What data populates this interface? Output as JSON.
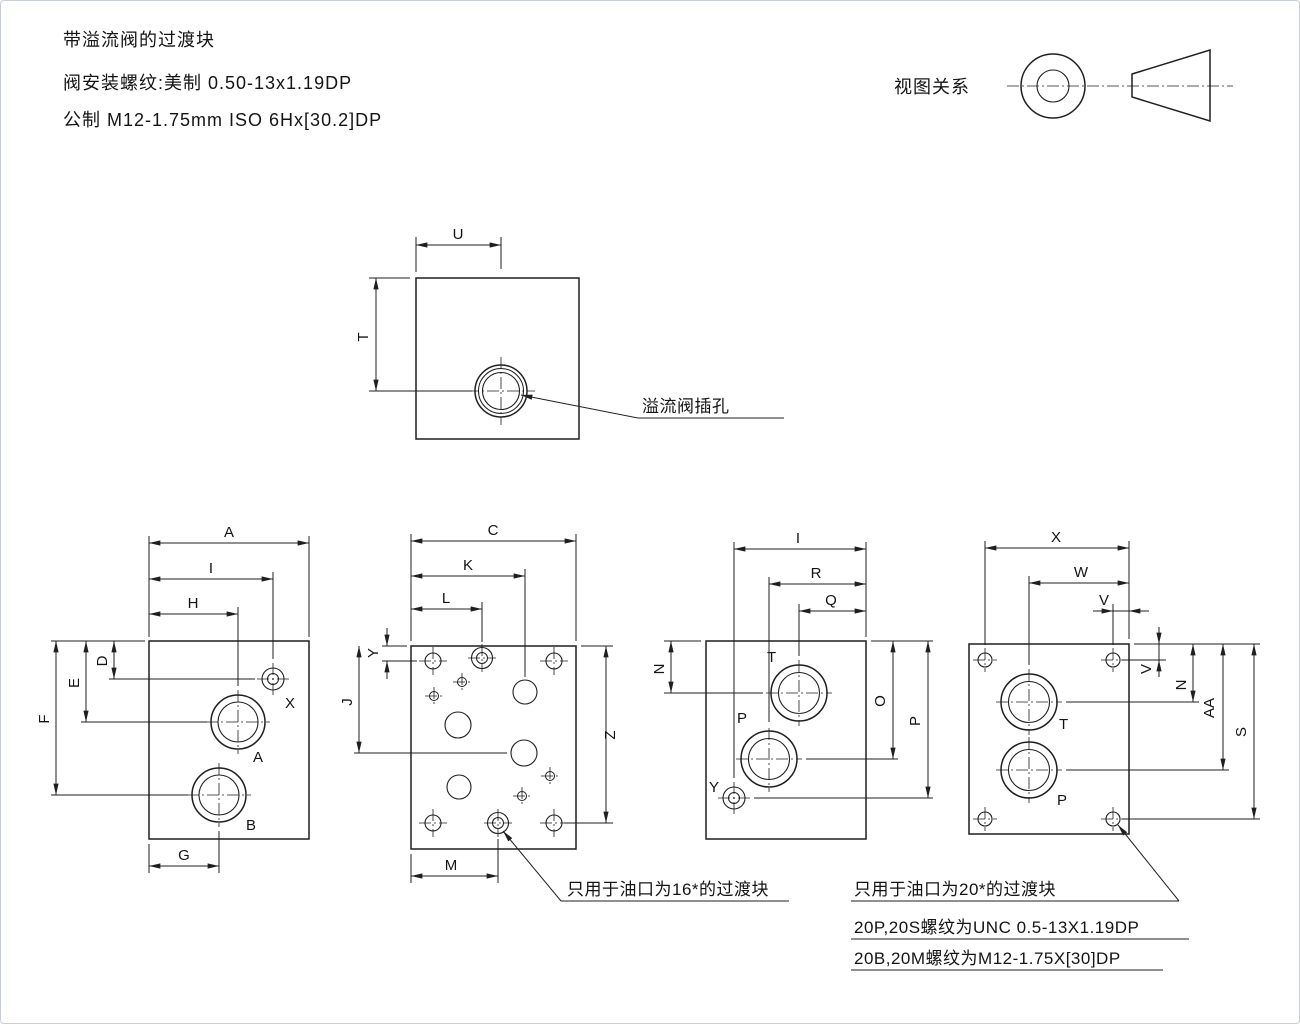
{
  "header": {
    "title": "带溢流阀的过渡块",
    "line2": "阀安装螺纹:美制 0.50-13x1.19DP",
    "line3": "公制 M12-1.75mm ISO 6Hx[30.2]DP"
  },
  "projection": {
    "label": "视图关系"
  },
  "front": {
    "dim_u": "U",
    "dim_t": "T",
    "callout": "溢流阀插孔"
  },
  "view_a": {
    "dim_a": "A",
    "dim_i": "I",
    "dim_h": "H",
    "dim_d": "D",
    "dim_e": "E",
    "dim_f": "F",
    "dim_g": "G",
    "port_x": "X",
    "port_a": "A",
    "port_b": "B"
  },
  "view_b": {
    "dim_c": "C",
    "dim_k": "K",
    "dim_l": "L",
    "dim_y": "Y",
    "dim_j": "J",
    "dim_z": "Z",
    "dim_m": "M"
  },
  "view_c": {
    "dim_i": "I",
    "dim_r": "R",
    "dim_q": "Q",
    "dim_n": "N",
    "dim_o": "O",
    "dim_p": "P",
    "port_t": "T",
    "port_p": "P",
    "port_y": "Y"
  },
  "view_d": {
    "dim_x": "X",
    "dim_w": "W",
    "dim_v_top": "V",
    "dim_v_side": "V",
    "dim_n": "N",
    "dim_aa": "AA",
    "dim_s": "S",
    "port_t": "T",
    "port_p": "P"
  },
  "notes": {
    "only_16": "只用于油口为16*的过渡块",
    "only_20": "只用于油口为20*的过渡块",
    "thread_20ps": "20P,20S螺纹为UNC 0.5-13X1.19DP",
    "thread_20bm": "20B,20M螺纹为M12-1.75X[30]DP"
  },
  "colors": {
    "line": "#1f1f1f",
    "background": "#ffffff",
    "border": "#c9ced4"
  }
}
